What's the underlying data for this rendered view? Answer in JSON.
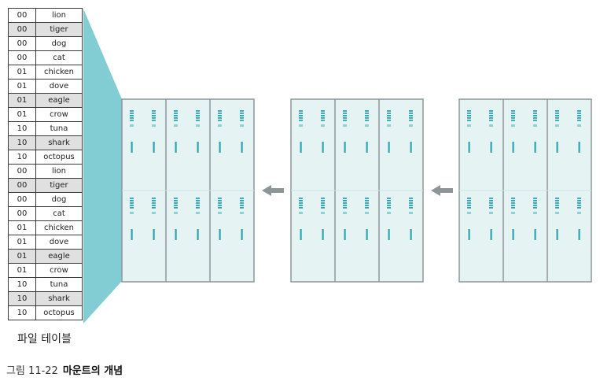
{
  "file_table": {
    "rows": [
      {
        "code": "00",
        "name": "lion",
        "shaded": false
      },
      {
        "code": "00",
        "name": "tiger",
        "shaded": true
      },
      {
        "code": "00",
        "name": "dog",
        "shaded": false
      },
      {
        "code": "00",
        "name": "cat",
        "shaded": false
      },
      {
        "code": "01",
        "name": "chicken",
        "shaded": false
      },
      {
        "code": "01",
        "name": "dove",
        "shaded": false
      },
      {
        "code": "01",
        "name": "eagle",
        "shaded": true
      },
      {
        "code": "01",
        "name": "crow",
        "shaded": false
      },
      {
        "code": "10",
        "name": "tuna",
        "shaded": false
      },
      {
        "code": "10",
        "name": "shark",
        "shaded": true
      },
      {
        "code": "10",
        "name": "octopus",
        "shaded": false
      },
      {
        "code": "00",
        "name": "lion",
        "shaded": false
      },
      {
        "code": "00",
        "name": "tiger",
        "shaded": true
      },
      {
        "code": "00",
        "name": "dog",
        "shaded": false
      },
      {
        "code": "00",
        "name": "cat",
        "shaded": false
      },
      {
        "code": "01",
        "name": "chicken",
        "shaded": false
      },
      {
        "code": "01",
        "name": "dove",
        "shaded": false
      },
      {
        "code": "01",
        "name": "eagle",
        "shaded": true
      },
      {
        "code": "01",
        "name": "crow",
        "shaded": false
      },
      {
        "code": "10",
        "name": "tuna",
        "shaded": false
      },
      {
        "code": "10",
        "name": "shark",
        "shaded": true
      },
      {
        "code": "10",
        "name": "octopus",
        "shaded": false
      }
    ],
    "caption": "파일 테이블"
  },
  "figure": {
    "number": "그림 11-22",
    "title": "마운트의 개념"
  },
  "colors": {
    "cabinet_fill": "#e6f3f3",
    "cabinet_stroke": "#8e9799",
    "accent": "#2aa6b3",
    "connector": "#82ccd4",
    "arrow": "#8e9597",
    "shaded_row": "#e0e0e0"
  }
}
